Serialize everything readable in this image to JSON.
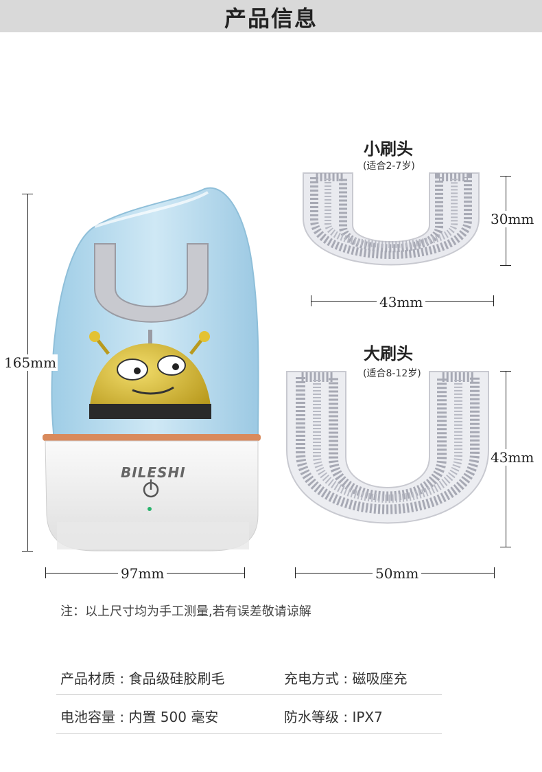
{
  "header": {
    "title": "产品信息"
  },
  "small_head": {
    "title": "小刷头",
    "subtitle": "(适合2-7岁)",
    "height": "30mm",
    "width": "43mm"
  },
  "large_head": {
    "title": "大刷头",
    "subtitle": "(适合8-12岁)",
    "height": "43mm",
    "width": "50mm"
  },
  "device": {
    "brand": "BILESHI",
    "height": "165mm",
    "width": "97mm"
  },
  "note": "注：以上尺寸均为手工测量,若有误差敬请谅解",
  "specs": {
    "material": "产品材质 : 食品级硅胶刷毛",
    "charging": "充电方式 : 磁吸座充",
    "battery": "电池容量 : 内置 500 毫安",
    "waterproof": "防水等级 : IPX7"
  },
  "colors": {
    "header_bg": "#d9d9d9",
    "shell_blue": "#b9dcee",
    "brush_gray": "#a7a9b4",
    "mascot_yellow": "#e3c233",
    "accent_orange": "#d98a5c"
  }
}
